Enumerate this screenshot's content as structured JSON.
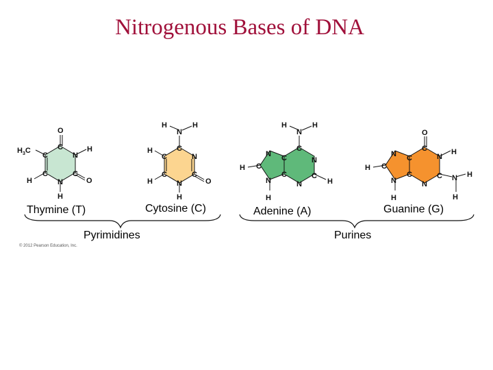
{
  "title": "Nitrogenous Bases of DNA",
  "bases": {
    "thymine": {
      "label": "Thymine (T)",
      "color": "#c8e6d2"
    },
    "cytosine": {
      "label": "Cytosine (C)",
      "color": "#fcd590"
    },
    "adenine": {
      "label": "Adenine (A)",
      "color": "#5fb97a"
    },
    "guanine": {
      "label": "Guanine (G)",
      "color": "#f5922e"
    }
  },
  "groups": {
    "pyrimidines": "Pyrimidines",
    "purines": "Purines"
  },
  "copyright": "© 2012 Pearson Education, Inc."
}
